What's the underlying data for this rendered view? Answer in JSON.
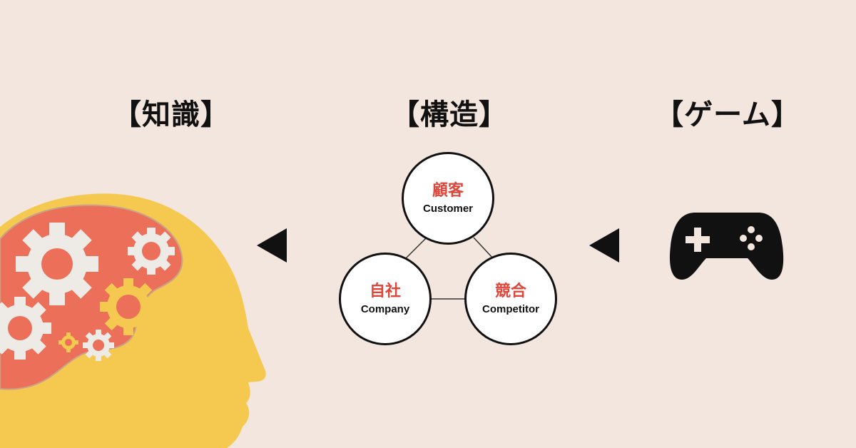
{
  "headings": {
    "knowledge": "【知識】",
    "structure": "【構造】",
    "game": "【ゲーム】"
  },
  "circles": {
    "customer": {
      "jp": "顧客",
      "en": "Customer"
    },
    "company": {
      "jp": "自社",
      "en": "Company"
    },
    "competitor": {
      "jp": "競合",
      "en": "Competitor"
    }
  },
  "colors": {
    "background": "#f2e6de",
    "head": "#f5c84f",
    "brain": "#ec6f5a",
    "accent_red": "#e0453a",
    "gear_light": "#eeeae6",
    "gear_yellow": "#f5c84f",
    "ink": "#111111"
  },
  "icons": [
    "head-with-gears-icon",
    "left-arrow-icon",
    "gamepad-icon"
  ]
}
